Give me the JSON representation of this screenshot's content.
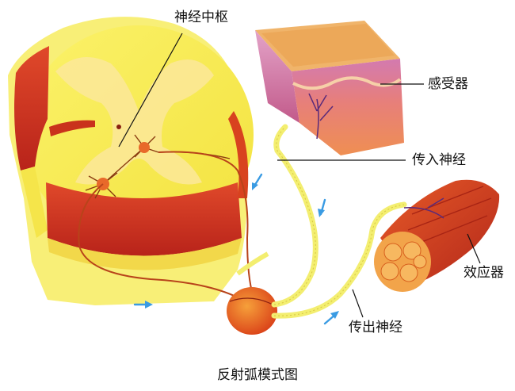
{
  "labels": {
    "center": "神经中枢",
    "receptor": "感受器",
    "afferent": "传入神经",
    "effector": "效应器",
    "efferent": "传出神经"
  },
  "caption": "反射弧模式图",
  "colors": {
    "cord_yellow": "#f7ee5a",
    "cord_red": "#c9321c",
    "nerve": "#f3ee70",
    "arrow": "#3a9be3",
    "skin_pink": "#d88ab2",
    "muscle_red": "#d94a1e"
  }
}
